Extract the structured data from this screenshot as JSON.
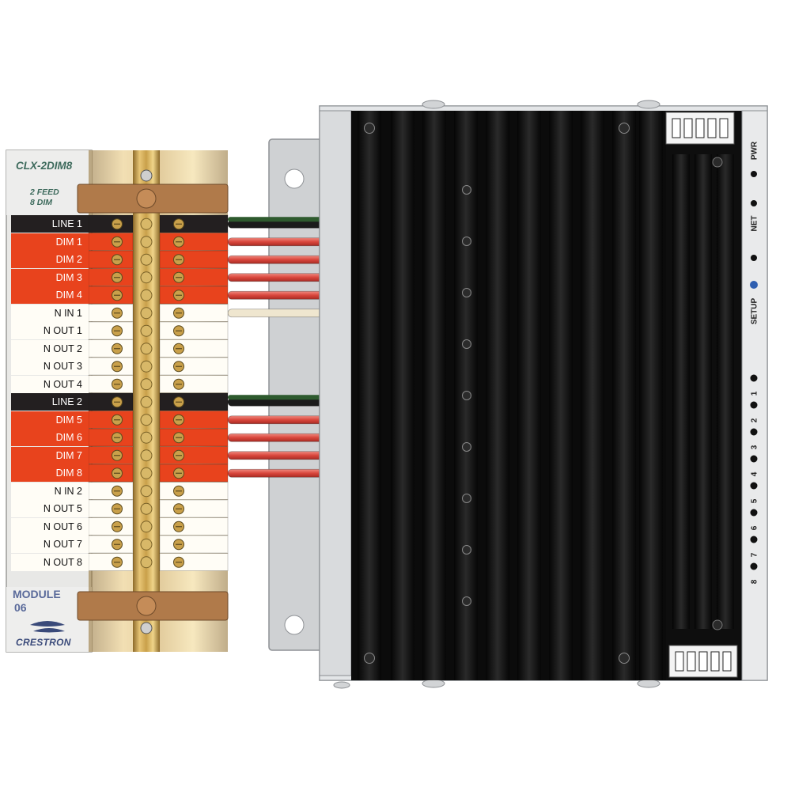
{
  "module": {
    "model": "CLX-2DIM8",
    "feed_line_1": "2 FEED",
    "feed_line_2": "8 DIM",
    "module_label": "MODULE",
    "module_number": "06",
    "brand": "CRESTRON"
  },
  "terminals": [
    {
      "label": "LINE 1",
      "kind": "line"
    },
    {
      "label": "DIM 1",
      "kind": "dim"
    },
    {
      "label": "DIM 2",
      "kind": "dim"
    },
    {
      "label": "DIM 3",
      "kind": "dim"
    },
    {
      "label": "DIM 4",
      "kind": "dim"
    },
    {
      "label": "N IN 1",
      "kind": "neutral"
    },
    {
      "label": "N OUT 1",
      "kind": "neutral"
    },
    {
      "label": "N OUT 2",
      "kind": "neutral"
    },
    {
      "label": "N OUT 3",
      "kind": "neutral"
    },
    {
      "label": "N OUT 4",
      "kind": "neutral"
    },
    {
      "label": "LINE 2",
      "kind": "line"
    },
    {
      "label": "DIM 5",
      "kind": "dim"
    },
    {
      "label": "DIM 6",
      "kind": "dim"
    },
    {
      "label": "DIM 7",
      "kind": "dim"
    },
    {
      "label": "DIM 8",
      "kind": "dim"
    },
    {
      "label": "N IN 2",
      "kind": "neutral"
    },
    {
      "label": "N OUT 5",
      "kind": "neutral"
    },
    {
      "label": "N OUT 6",
      "kind": "neutral"
    },
    {
      "label": "N OUT 7",
      "kind": "neutral"
    },
    {
      "label": "N OUT 8",
      "kind": "neutral"
    }
  ],
  "status_panel": {
    "pwr": "PWR",
    "net": "NET",
    "setup": "SETUP",
    "channels": [
      "1",
      "2",
      "3",
      "4",
      "5",
      "6",
      "7",
      "8"
    ]
  },
  "colors": {
    "line_terminal": "#231f20",
    "dim_terminal": "#e8431d",
    "neutral_terminal": "#fffdf6",
    "brass": "#c9a04a",
    "bracket": "#b07a4a",
    "chassis": "#c6c8cb",
    "heatsink": "#141414",
    "wire_red": "#d9463c",
    "wire_black": "#1b1b1b",
    "wire_neutral": "#efe6cf",
    "setup_led": "#2f5fb0"
  }
}
